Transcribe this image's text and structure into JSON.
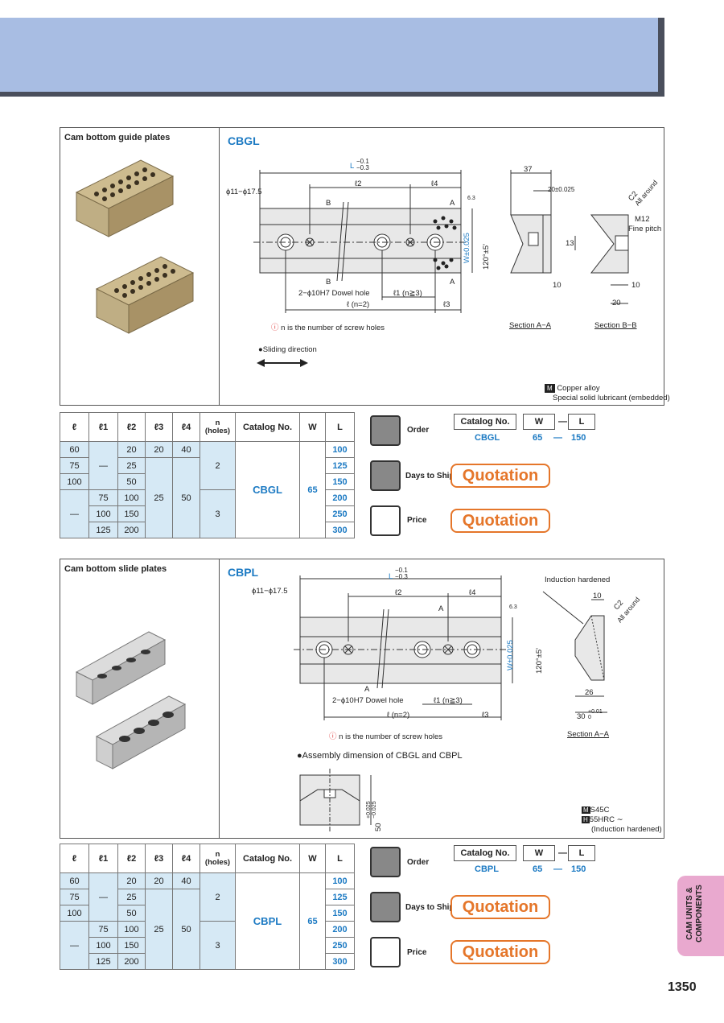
{
  "guide": {
    "panel_title": "Cam bottom guide plates",
    "code": "CBGL",
    "dim_L": "L",
    "dim_L_tol": "−0.1\n−0.3",
    "hole_label": "ϕ11−ϕ17.5",
    "l2": "ℓ2",
    "l4": "ℓ4",
    "B_top": "B",
    "A_top": "A",
    "A_bot": "A",
    "B_bot": "B",
    "dowel": "2−ϕ10H7 Dowel hole",
    "l1": "ℓ1 (n≧3)",
    "l_n2": "ℓ (n=2)",
    "l3": "ℓ3",
    "W": "W±0.025",
    "roughness": "6.3",
    "angle": "120°±5'",
    "dim37": "37",
    "dim20": "20±0.025",
    "dim13": "13",
    "dim10a": "10",
    "dim10b": "10",
    "dim20b": "20",
    "c2": "C2",
    "all_around": "All around",
    "m12": "M12",
    "fine": "Fine pitch",
    "secA": "Section A−A",
    "secB": "Section B−B",
    "n_note": "n is the number of screw holes",
    "sliding": "Sliding direction",
    "material_badge": "M",
    "material1": "Copper alloy",
    "material2": "Special solid lubricant (embedded)"
  },
  "slide": {
    "panel_title": "Cam bottom slide plates",
    "code": "CBPL",
    "dim_L": "L",
    "dim_L_tol": "−0.1\n−0.3",
    "hole_label": "ϕ11−ϕ17.5",
    "l2": "ℓ2",
    "l4": "ℓ4",
    "A_top": "A",
    "A_bot": "A",
    "dowel": "2−ϕ10H7 Dowel hole",
    "l1": "ℓ1 (n≧3)",
    "l_n2": "ℓ (n=2)",
    "l3": "ℓ3",
    "W": "W±0.025",
    "roughness": "6.3",
    "induction": "Induction hardened",
    "dim10": "10",
    "c2": "C2",
    "all_around": "All around",
    "angle": "120°±5'",
    "dim26": "26",
    "dim30": "30",
    "dim30_tol": "+0.01\n0",
    "secA": "Section A−A",
    "n_note": "n is the number of screw holes",
    "assembly": "Assembly dimension of CBGL and CBPL",
    "asm_dim": "50",
    "asm_tol": "+0.025\n−0.025",
    "mat_badge": "M",
    "mat": "S45C",
    "hard_badge": "H",
    "hard": "55HRC ∼",
    "hard2": "(Induction hardened)"
  },
  "table_headers": [
    "ℓ",
    "ℓ1",
    "ℓ2",
    "ℓ3",
    "ℓ4",
    "n\n(holes)",
    "Catalog No.",
    "W",
    "L"
  ],
  "table_rows": [
    [
      "60",
      "",
      "20",
      "20",
      "40",
      "",
      "",
      "",
      "100"
    ],
    [
      "75",
      "—",
      "25",
      "",
      "",
      "2",
      "",
      "",
      "125"
    ],
    [
      "100",
      "",
      "50",
      "",
      "",
      "",
      "",
      "",
      "150"
    ],
    [
      "",
      "75",
      "100",
      "25",
      "50",
      "",
      "",
      "",
      "200"
    ],
    [
      "—",
      "100",
      "150",
      "",
      "",
      "3",
      "",
      "",
      "250"
    ],
    [
      "",
      "125",
      "200",
      "",
      "",
      "",
      "",
      "",
      "300"
    ]
  ],
  "table_w": "65",
  "order": {
    "order_label": "Order",
    "days_label": "Days to Ship",
    "price_label": "Price",
    "quotation": "Quotation",
    "catalog_hdr": "Catalog No.",
    "w_hdr": "W",
    "dash": "—",
    "l_hdr": "L",
    "w_val": "65",
    "l_val": "150",
    "code_guide": "CBGL",
    "code_slide": "CBPL"
  },
  "side_tab": "CAM UNITS & COMPONENTS",
  "page_number": "1350"
}
